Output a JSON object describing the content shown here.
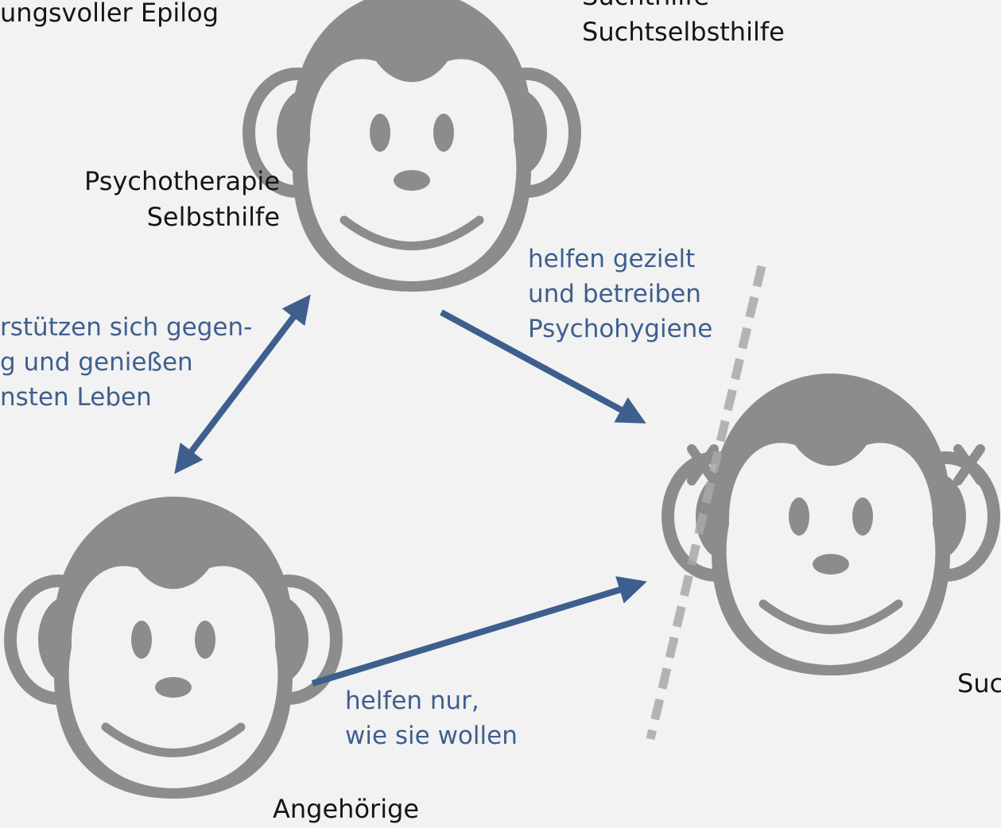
{
  "labels": {
    "top_left_line1": "ungsvoller Epilog",
    "top_center_line0": "Suchthilfe",
    "top_center_line1": "Suchtselbsthilfe",
    "therapy_line1": "Psychotherapie",
    "therapy_line2": "Selbsthilfe",
    "relatives": "Angehörige",
    "addict_cut": "Suc"
  },
  "arrow_labels": {
    "mutual_line1": "rstützen sich gegen-",
    "mutual_line2": "g und genießen",
    "mutual_line3": "nsten Leben",
    "targeted_line1": "helfen gezielt",
    "targeted_line2": "und betreiben",
    "targeted_line3": "Psychohygiene",
    "own_way_line1": "helfen nur,",
    "own_way_line2": "wie sie wollen"
  },
  "colors": {
    "background": "#f2f2f2",
    "monkey": "#8c8c8c",
    "arrow": "#3e5f8e",
    "divider": "#a8a8a8",
    "text": "#151515"
  },
  "icons": {
    "monkey": "monkey-face-icon",
    "crossed_ear": "x-mark-icon"
  }
}
